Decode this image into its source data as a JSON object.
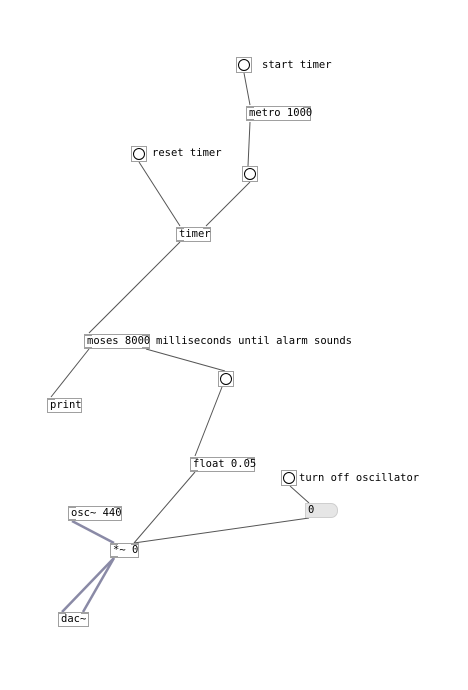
{
  "objects": {
    "metro": "metro 1000",
    "timer": "timer",
    "moses": "moses 8000",
    "print": "print",
    "float": "float 0.05",
    "osc": "osc~ 440",
    "mul": "*~ 0",
    "dac": "dac~"
  },
  "comments": {
    "start": "start timer",
    "reset": "reset timer",
    "moses_note": "milliseconds until alarm sounds",
    "turn_off": "turn off oscillator"
  },
  "number_box": "0",
  "colors": {
    "control_wire": "#555555",
    "signal_wire": "#8a8aa6",
    "box_border": "#a0a0a0"
  }
}
